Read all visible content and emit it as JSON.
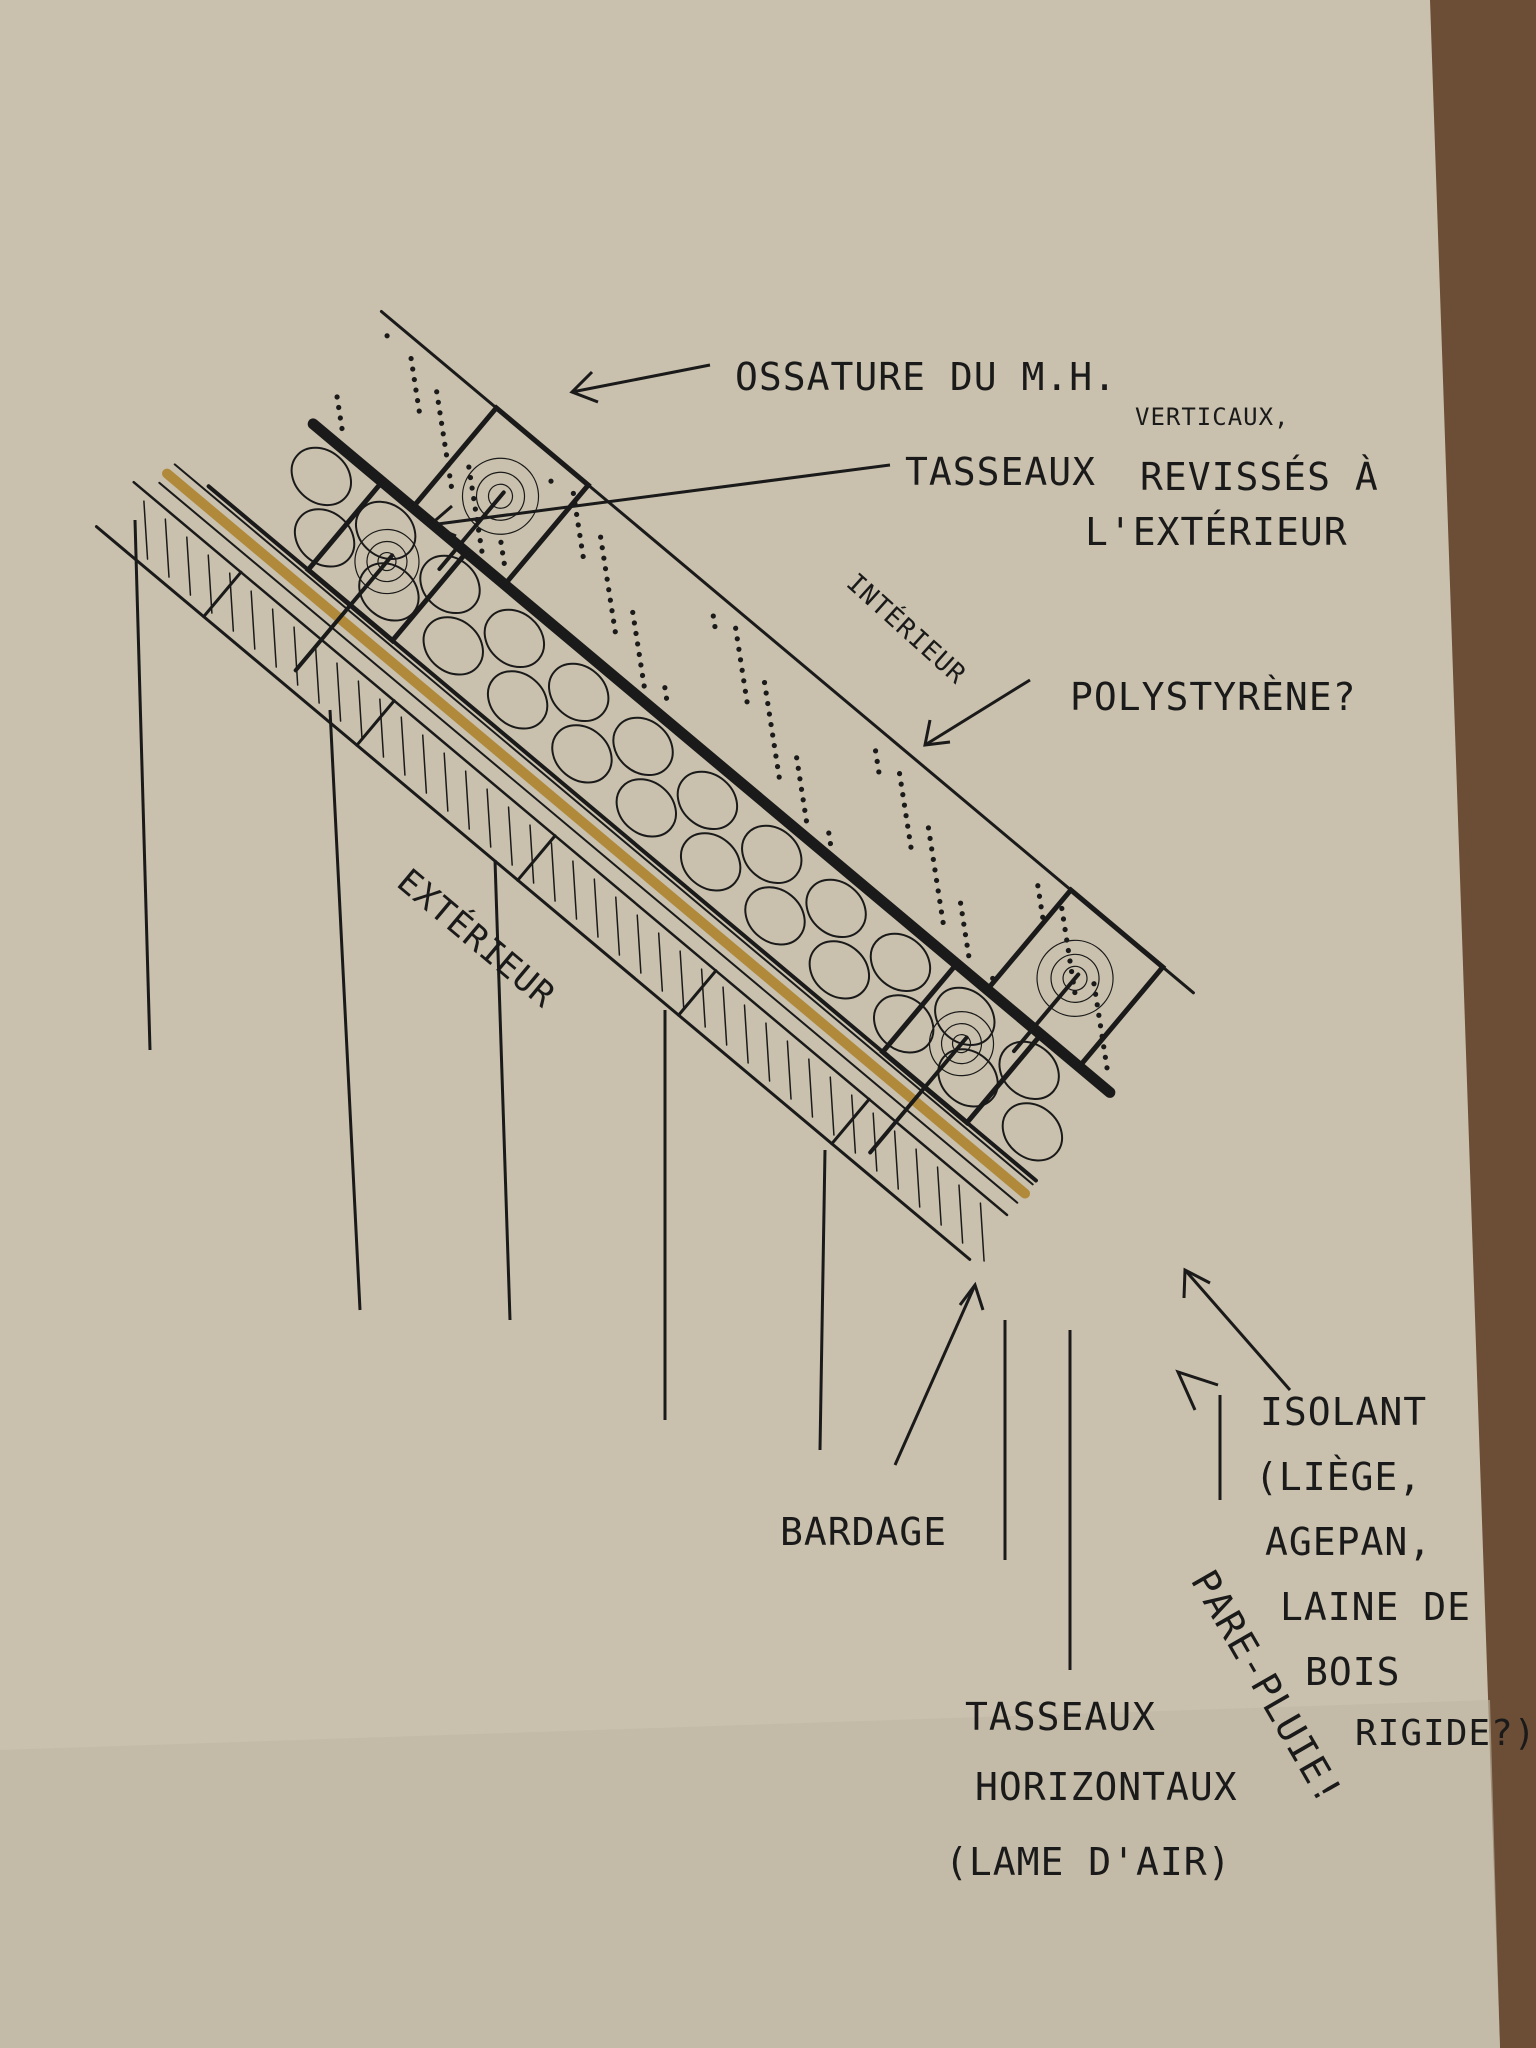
{
  "labels": {
    "ossature": "OSSATURE DU M.H.",
    "tasseaux_verticaux_1": "TASSEAUX",
    "verticaux": "VERTICAUX,",
    "tasseaux_verticaux_2": "REVISSÉS À",
    "tasseaux_verticaux_3": "L'EXTÉRIEUR",
    "interieur": "INTÉRIEUR",
    "polystyrene": "POLYSTYRÈNE?",
    "exterieur": "EXTÉRIEUR",
    "bardage": "BARDAGE",
    "isolant_1": "ISOLANT",
    "isolant_2": "(LIÈGE,",
    "isolant_3": "AGEPAN,",
    "isolant_4": "LAINE DE",
    "isolant_5": "BOIS",
    "isolant_6": "RIGIDE?)",
    "pare_pluie": "PARE-PLUIE!",
    "tasseaux_h_1": "TASSEAUX",
    "tasseaux_h_2": "HORIZONTAUX",
    "tasseaux_h_3": "(LAME D'AIR)"
  },
  "colors": {
    "paper": "#c8c0ac",
    "ink": "#1a1a1a",
    "membrane": "#b08a3a",
    "background": "#6b4e35"
  }
}
